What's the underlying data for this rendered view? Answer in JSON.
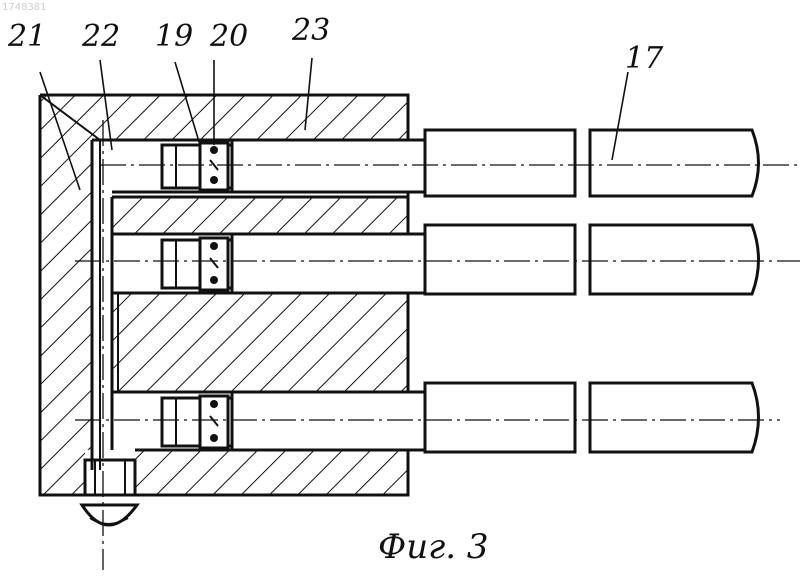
{
  "watermark": "1748381",
  "labels": {
    "l21": "21",
    "l22": "22",
    "l19": "19",
    "l20": "20",
    "l23": "23",
    "l17": "17"
  },
  "caption": "Фиг. 3"
}
